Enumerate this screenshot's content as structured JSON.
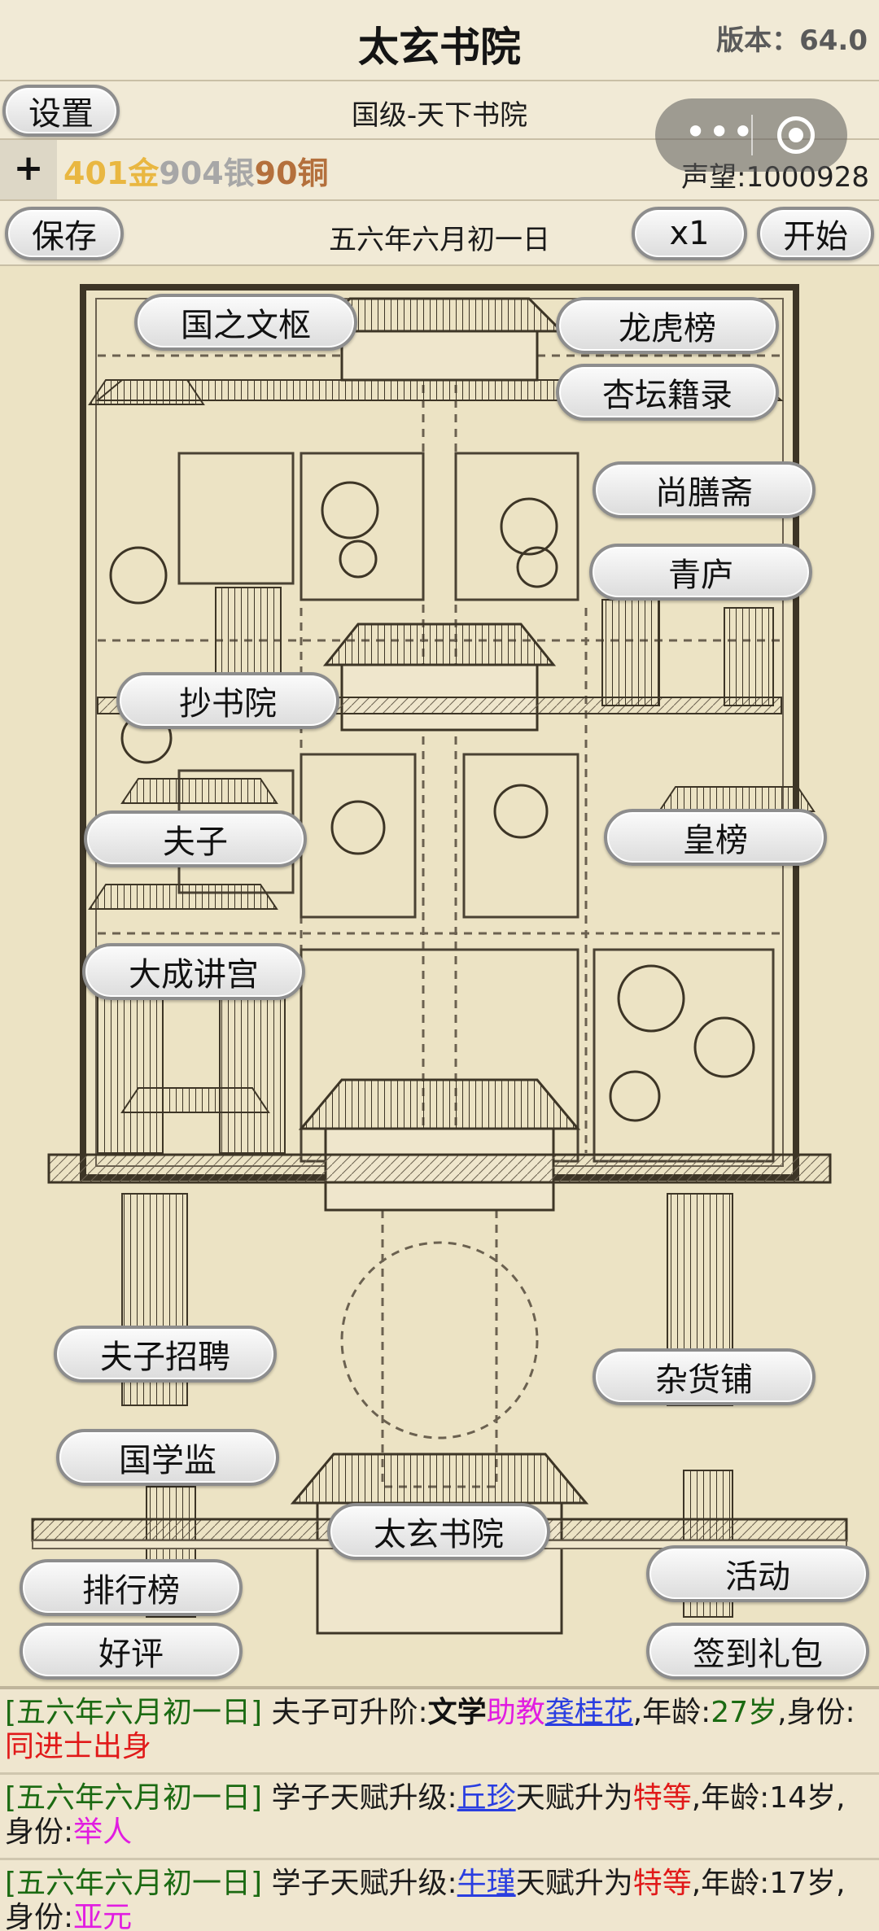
{
  "header": {
    "title": "太玄书院",
    "version": "版本：64.0"
  },
  "level_bar": {
    "settings_label": "设置",
    "level_text": "国级-天下书院"
  },
  "wechat_capsule": {
    "menu_icon": "more-dots-icon",
    "close_icon": "target-circle-icon"
  },
  "money_bar": {
    "plus_label": "+",
    "gold": "401金",
    "silver": "904银",
    "copper": "90铜",
    "prestige": "声望:1000928"
  },
  "date_bar": {
    "save_label": "保存",
    "date": "五六年六月初一日",
    "speed_label": "x1",
    "start_label": "开始"
  },
  "map_buttons": {
    "guozhiwenshu": "国之文枢",
    "longhubang": "龙虎榜",
    "xingtanjilu": "杏坛籍录",
    "shangshanzhai": "尚膳斋",
    "qinglu": "青庐",
    "chaoshuyuan": "抄书院",
    "fuzi": "夫子",
    "huangbang": "皇榜",
    "dachengjianggong": "大成讲宫",
    "fuzizhaopin": "夫子招聘",
    "zahuopu": "杂货铺",
    "guoxuejian": "国学监",
    "taixuanshuyuan": "太玄书院",
    "paihangbang": "排行榜",
    "huodong": "活动",
    "haoping": "好评",
    "qiandaolibao": "签到礼包"
  },
  "log": [
    {
      "date": "[五六年六月初一日]",
      "prefix": " 夫子可升阶:",
      "subject": "文学",
      "role": "助教",
      "name": "龚桂花",
      "age_label": ",年龄:",
      "age": "27岁",
      "status_label": ",身份:",
      "status": "同进士出身"
    },
    {
      "date": "[五六年六月初一日]",
      "prefix": " 学子天赋升级:",
      "name": "丘珍",
      "mid": "天赋升为",
      "grade": "特等",
      "age_label": ",年龄:",
      "age": "14岁",
      "status_label": ",身份:",
      "status": "举人"
    },
    {
      "date": "[五六年六月初一日]",
      "prefix": " 学子天赋升级:",
      "name": "牛瑾",
      "mid": "天赋升为",
      "grade": "特等",
      "age_label": ",年龄:",
      "age": "17岁",
      "status_label": ",身份:",
      "status": "亚元"
    }
  ]
}
